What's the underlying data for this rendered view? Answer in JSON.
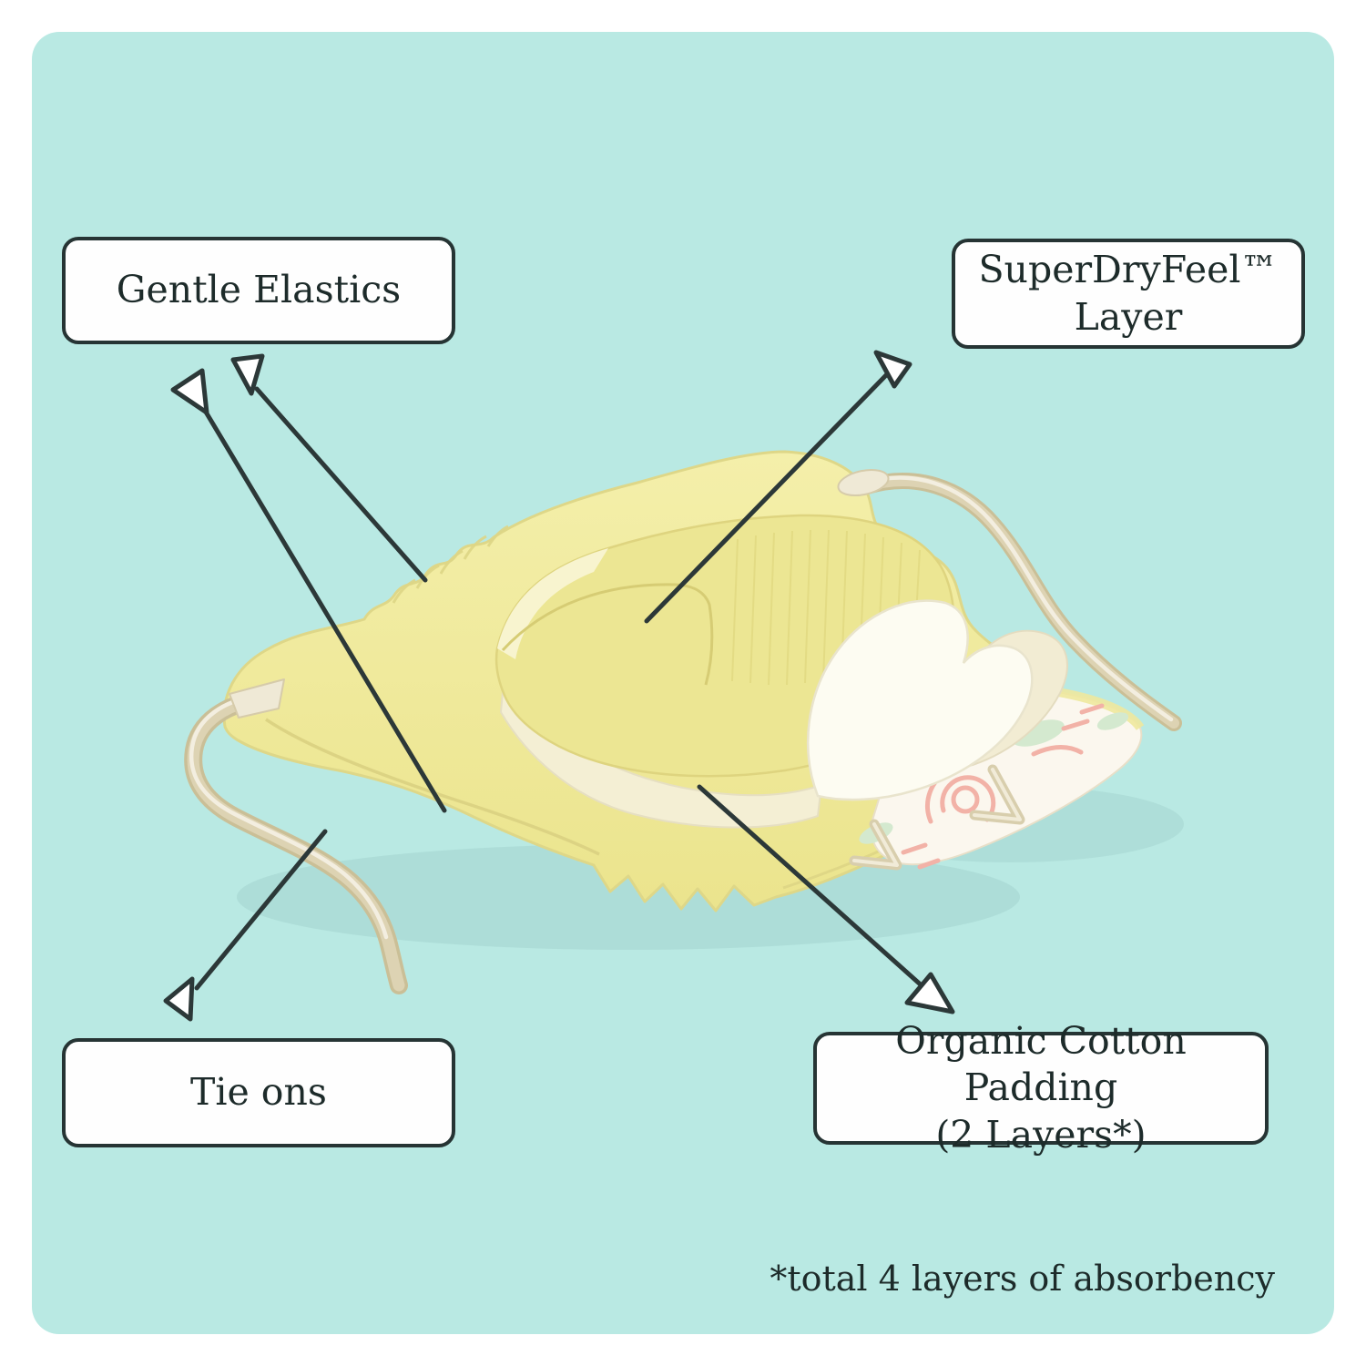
{
  "callouts": {
    "gentle_elastics": {
      "label": "Gentle Elastics"
    },
    "superdryfeel": {
      "label_line1": "SuperDryFeel™",
      "label_line2": "Layer"
    },
    "tie_ons": {
      "label": "Tie ons"
    },
    "organic_cotton": {
      "label_line1": "Organic Cotton Padding",
      "label_line2": "(2 Layers*)"
    }
  },
  "footnote": {
    "text": "*total 4 layers of absorbency"
  },
  "colors": {
    "page_background": "#ffffff",
    "panel_teal": "#b9e9e3",
    "outline_dark": "#2c3838",
    "box_border": "#263434",
    "box_fill": "#fefefe",
    "diaper_terry_yellow": "#f2eda4",
    "superdry_flap_yellow": "#ece693",
    "cotton_ivory": "#f4efd4",
    "cotton_white": "#fdfcf2",
    "print_pink": "#f2b2a7",
    "print_mint": "#d4e9cf",
    "strap_beige": "#ddd3b3"
  }
}
